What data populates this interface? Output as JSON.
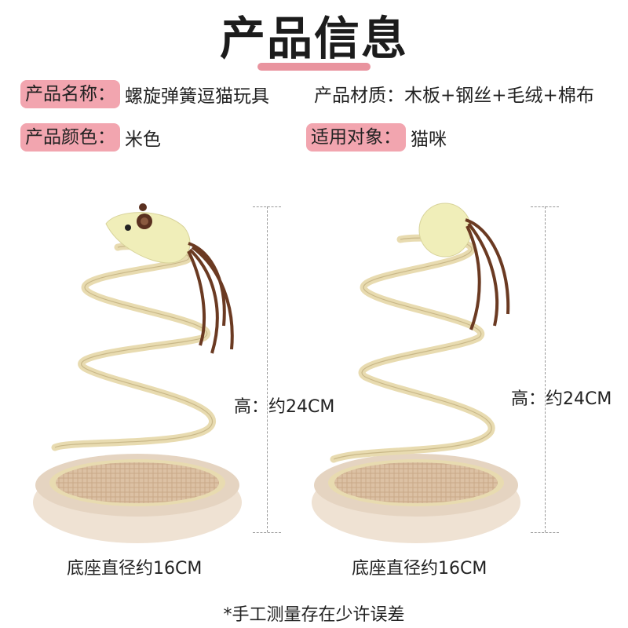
{
  "title": "产品信息",
  "info": {
    "name_label": "产品名称：",
    "name_value": "螺旋弹簧逗猫玩具",
    "material_label": "产品材质：",
    "material_value": "木板+钢丝+毛绒+棉布",
    "color_label": "产品颜色：",
    "color_value": "米色",
    "target_label": "适用对象：",
    "target_value": "猫咪"
  },
  "products": [
    {
      "height": "高：约24CM",
      "base": "底座直径约16CM"
    },
    {
      "height": "高：约24CM",
      "base": "底座直径约16CM"
    }
  ],
  "note": "*手工测量存在少许误差",
  "colors": {
    "accent": "#f2a5af",
    "title_bar": "#e9949f",
    "spring": "#e8dbb0",
    "plush": "#efe2d3",
    "mouse": "#f0eeb9",
    "tail": "#6b3a22"
  }
}
